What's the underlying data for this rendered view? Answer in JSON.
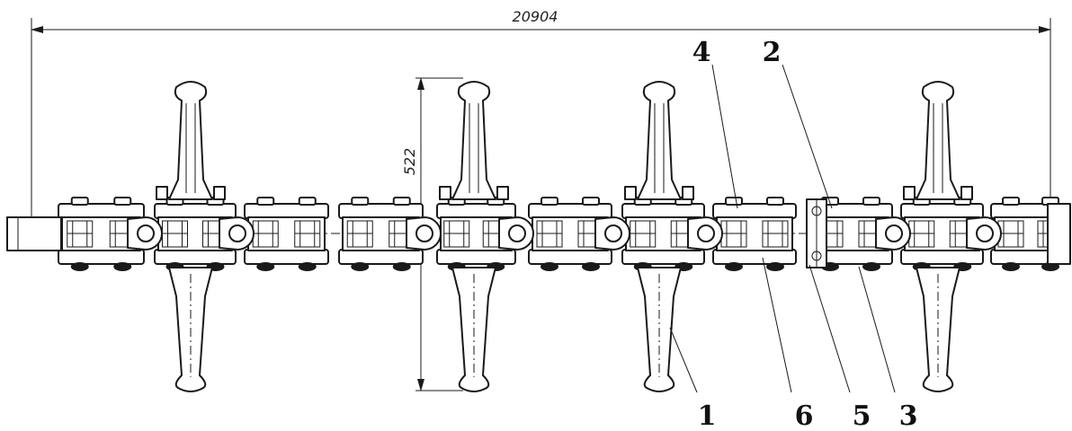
{
  "dimensions": {
    "overall_length": "20904",
    "height": "522"
  },
  "callouts": [
    {
      "label": "1"
    },
    {
      "label": "2"
    },
    {
      "label": "3"
    },
    {
      "label": "4"
    },
    {
      "label": "5"
    },
    {
      "label": "6"
    }
  ]
}
